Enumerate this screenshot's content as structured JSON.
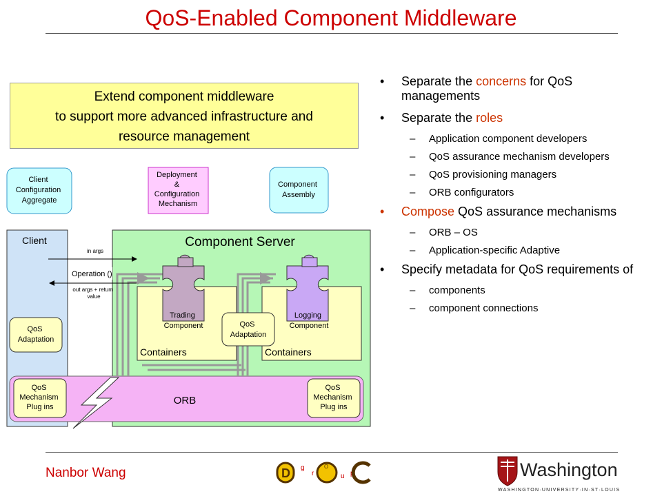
{
  "title": "QoS-Enabled Component Middleware",
  "callout": {
    "line1": "Extend component middleware",
    "line2": "to support more advanced infrastructure and",
    "line3": "resource management"
  },
  "diagram": {
    "client_config": [
      "Client",
      "Configuration",
      "Aggregate"
    ],
    "deployment": [
      "Deployment",
      "&",
      "Configuration",
      "Mechanism"
    ],
    "component_assembly": [
      "Component",
      "Assembly"
    ],
    "client_label": "Client",
    "in_args": "in args",
    "operation": "Operation ()",
    "out_args": [
      "out args + return",
      "value"
    ],
    "component_server": "Component Server",
    "trading": [
      "Trading",
      "Component"
    ],
    "logging": [
      "Logging",
      "Component"
    ],
    "containers_left": "Containers",
    "containers_right": "Containers",
    "qos_adaptation_client": [
      "QoS",
      "Adaptation"
    ],
    "qos_adaptation_middle": [
      "QoS",
      "Adaptation"
    ],
    "orb": "ORB",
    "qos_mech_left": [
      "QoS",
      "Mechanism",
      "Plug ins"
    ],
    "qos_mech_right": [
      "QoS",
      "Mechanism",
      "Plug ins"
    ]
  },
  "bullets": [
    {
      "pre": "Separate the ",
      "accent": "concerns",
      "post": " for QoS managements"
    },
    {
      "pre": "Separate the ",
      "accent": "roles",
      "post": ""
    },
    {
      "sub": "Application component developers"
    },
    {
      "sub": "QoS assurance mechanism developers"
    },
    {
      "sub": "QoS provisioning managers"
    },
    {
      "sub": "ORB configurators"
    },
    {
      "pre": "",
      "accent": "Compose",
      "post": " QoS assurance mechanisms"
    },
    {
      "sub": "ORB – OS"
    },
    {
      "sub": "Application-specific Adaptive"
    },
    {
      "pre": "Specify metadata for QoS requirements of",
      "accent": "",
      "post": ""
    },
    {
      "sub": "components"
    },
    {
      "sub": "component connections"
    }
  ],
  "footer": {
    "author": "Nanbor Wang",
    "doc_logo": [
      "D",
      "g",
      "r",
      "O",
      "u",
      "p",
      "C"
    ],
    "wu_logo_main": "Washington",
    "wu_logo_sub": "WASHINGTON·UNIVERSITY·IN·ST·LOUIS"
  },
  "colors": {
    "title": "#cc0000",
    "accent": "#cc3300",
    "callout_bg": "#ffff99",
    "client_bg": "#cfe3f7",
    "server_bg": "#b6f7b6",
    "container_bg": "#ffffc2",
    "orb_bg": "#f5b3f5",
    "config_bg": "#ccffff"
  }
}
